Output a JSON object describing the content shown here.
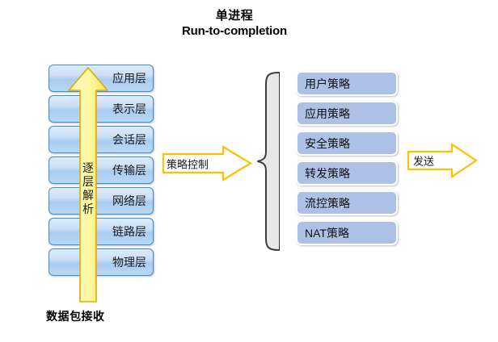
{
  "title": {
    "line1": "单进程",
    "line2": "Run-to-completion"
  },
  "osi_stack": {
    "layers": [
      {
        "label": "应用层"
      },
      {
        "label": "表示层"
      },
      {
        "label": "会话层"
      },
      {
        "label": "传输层"
      },
      {
        "label": "网络层"
      },
      {
        "label": "链路层"
      },
      {
        "label": "物理层"
      }
    ]
  },
  "vertical_arrow": {
    "char1": "逐",
    "char2": "层",
    "char3": "解",
    "char4": "析",
    "fill_color": "#fdf7a8",
    "border_color": "#e0a800"
  },
  "bottom_caption": {
    "label": "数据包接收"
  },
  "mid_arrow": {
    "label": "策略控制",
    "fill_color": "#ffffff",
    "border_color": "#ffc000"
  },
  "brace": {
    "fill_color": "#e6e6e6",
    "border_color": "#404040"
  },
  "policy_stack": {
    "items": [
      {
        "label": "用户策略"
      },
      {
        "label": "应用策略"
      },
      {
        "label": "安全策略"
      },
      {
        "label": "转发策略"
      },
      {
        "label": "流控策略"
      },
      {
        "label": "NAT策略"
      }
    ],
    "fill_color": "#adc0e6",
    "border_color": "#ffffff"
  },
  "send_arrow": {
    "label": "发送",
    "fill_color": "#ffffff",
    "border_color": "#ffc000"
  }
}
